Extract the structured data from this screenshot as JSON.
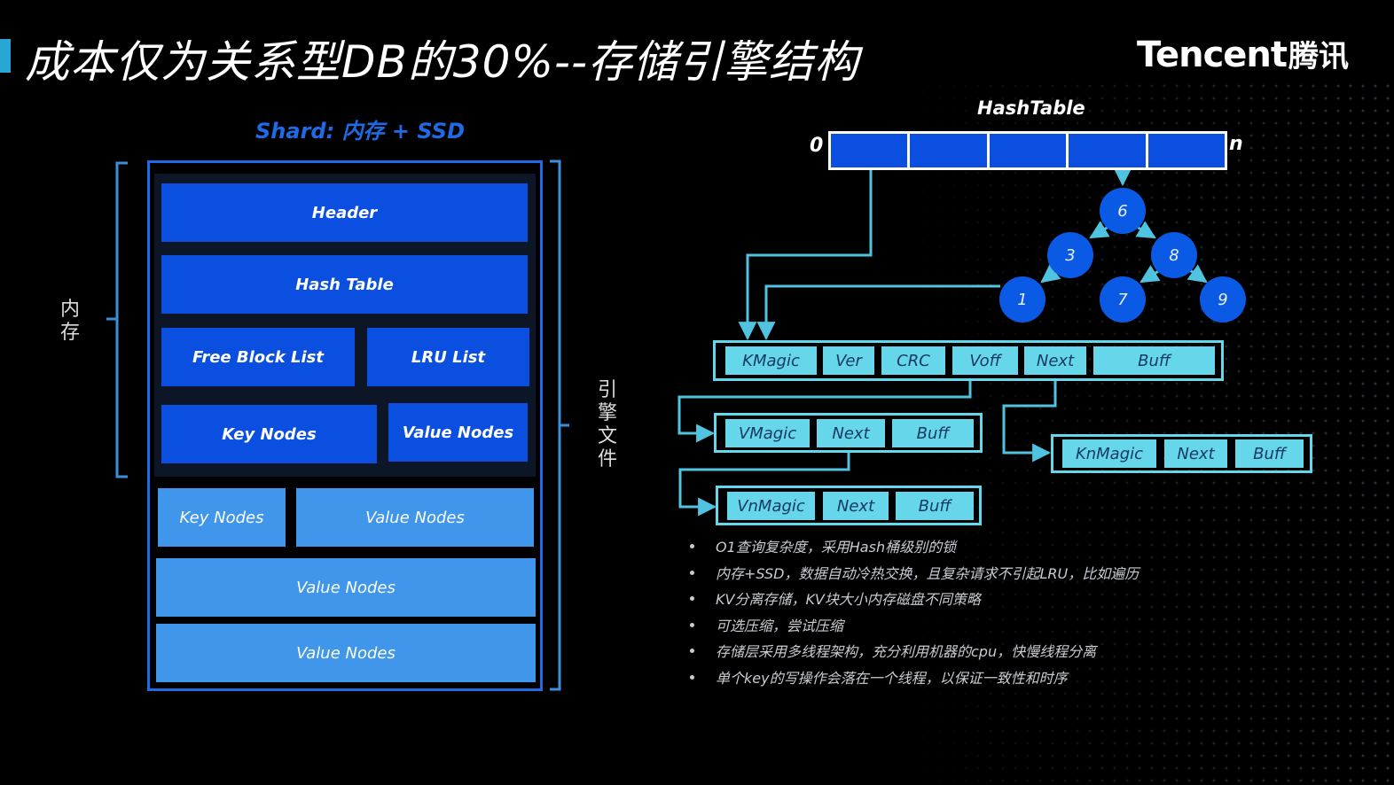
{
  "title": "成本仅为关系型DB的30%--存储引擎结构",
  "logo": {
    "latin": "Tencent",
    "cn": "腾讯"
  },
  "shard": {
    "title": "Shard: 内存 + SSD",
    "memory_label": "内存",
    "engine_label": "引擎文件",
    "blocks": {
      "header": "Header",
      "hash_table": "Hash Table",
      "free_block_list": "Free Block List",
      "lru_list": "LRU List",
      "key_nodes_mem": "Key Nodes",
      "value_nodes_mem": "Value Nodes",
      "key_nodes_disk": "Key Nodes",
      "value_nodes_disk_1": "Value Nodes",
      "value_nodes_disk_2": "Value Nodes",
      "value_nodes_disk_3": "Value Nodes"
    }
  },
  "hashtable": {
    "title": "HashTable",
    "start_label": "0",
    "end_label": "n",
    "bucket_count": 5
  },
  "tree_nodes": [
    "6",
    "3",
    "8",
    "1",
    "7",
    "9"
  ],
  "key_record": [
    "KMagic",
    "Ver",
    "CRC",
    "Voff",
    "Next",
    "Buff"
  ],
  "value_record_1": [
    "VMagic",
    "Next",
    "Buff"
  ],
  "value_record_2": [
    "VnMagic",
    "Next",
    "Buff"
  ],
  "key_record_2": [
    "KnMagic",
    "Next",
    "Buff"
  ],
  "bullets": [
    "O1查询复杂度，采用Hash桶级别的锁",
    "内存+SSD，数据自动冷热交换，且复杂请求不引起LRU，比如遍历",
    "KV分离存储，KV块大小内存磁盘不同策略",
    "可选压缩，尝试压缩",
    "存储层采用多线程架构，充分利用机器的cpu，快慢线程分离",
    "单个key的写操作会落在一个线程，以保证一致性和时序"
  ],
  "colors": {
    "accent": "#2aa6d6",
    "memory_block": "#0b4fe0",
    "disk_block": "#3f96ea",
    "record_field": "#66d6ea",
    "frame": "#1f6be6"
  }
}
